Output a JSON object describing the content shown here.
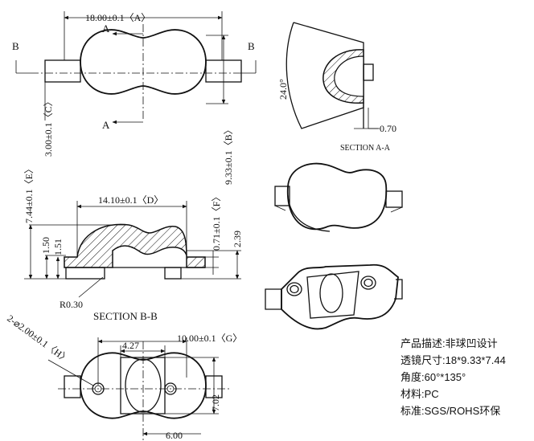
{
  "top_view": {
    "dim_a": "18.00±0.1〈A〉",
    "dim_b": "9.33±0.1〈B〉",
    "dim_c": "3.00±0.1〈C〉",
    "section_mark_a": "A",
    "section_mark_b": "B"
  },
  "section_aa": {
    "angle": "24.0°",
    "dim_thickness": "0.70",
    "title": "SECTION A-A"
  },
  "section_bb": {
    "dim_d": "14.10±0.1〈D〉",
    "dim_e": "7.44±0.1〈E〉",
    "dim_f": "0.71±0.1〈F〉",
    "dim_150": "1.50",
    "dim_151": "1.51",
    "dim_239": "2.39",
    "radius": "R0.30",
    "title": "SECTION B-B"
  },
  "bottom_view": {
    "dim_g": "10.00±0.1〈G〉",
    "dim_h": "2-⌀2.00±0.1〈H〉",
    "dim_427": "4.27",
    "dim_702": "7.02",
    "dim_600": "6.00"
  },
  "spec": {
    "line1": "产品描述:非球凹设计",
    "line2": "透镜尺寸:18*9.33*7.44",
    "line3": "角度:60°*135°",
    "line4": "材料:PC",
    "line5": "标准:SGS/ROHS环保"
  }
}
